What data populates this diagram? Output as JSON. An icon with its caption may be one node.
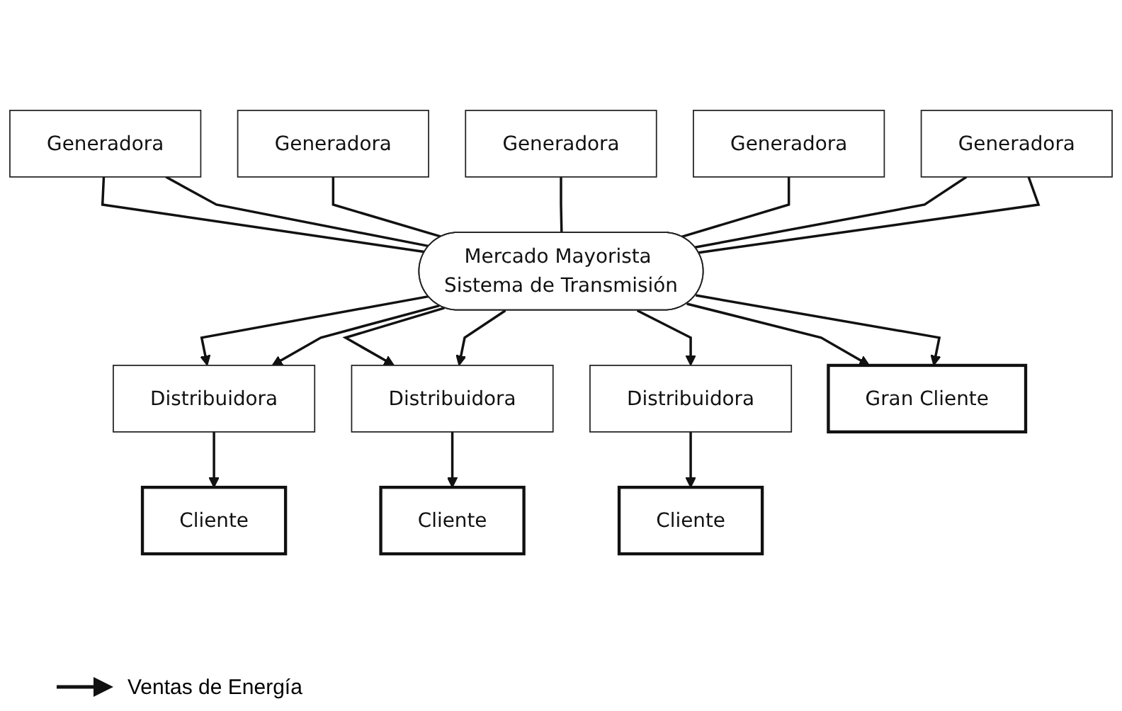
{
  "diagram": {
    "nodes": [
      {
        "text": [
          "Generadora"
        ]
      },
      {
        "text": [
          "Generadora"
        ]
      },
      {
        "text": [
          "Generadora"
        ]
      },
      {
        "text": [
          "Generadora"
        ]
      },
      {
        "text": [
          "Generadora"
        ]
      },
      {
        "text": [
          "Mercado Mayorista Sistema de Transmisión"
        ]
      },
      {
        "text": [
          "Distribuidora"
        ]
      },
      {
        "text": [
          "Distribuidora"
        ]
      },
      {
        "text": [
          "Distribuidora"
        ]
      },
      {
        "text": [
          "Gran Cliente"
        ]
      },
      {
        "text": [
          "Cliente"
        ]
      },
      {
        "text": [
          "Cliente"
        ]
      },
      {
        "text": [
          "Cliente"
        ]
      }
    ],
    "edges": [
      {
        "from": 0,
        "to": 5,
        "arrow": "none"
      },
      {
        "from": 0,
        "to": 5,
        "arrow": "none"
      },
      {
        "from": 1,
        "to": 5,
        "arrow": "none"
      },
      {
        "from": 2,
        "to": 5,
        "arrow": "none"
      },
      {
        "from": 3,
        "to": 5,
        "arrow": "none"
      },
      {
        "from": 4,
        "to": 5,
        "arrow": "none"
      },
      {
        "from": 4,
        "to": 5,
        "arrow": "none"
      },
      {
        "from": 5,
        "to": 6,
        "arrow": "to"
      },
      {
        "from": 5,
        "to": 6,
        "arrow": "to"
      },
      {
        "from": 5,
        "to": 7,
        "arrow": "to"
      },
      {
        "from": 5,
        "to": 7,
        "arrow": "to"
      },
      {
        "from": 5,
        "to": 8,
        "arrow": "to"
      },
      {
        "from": 5,
        "to": 9,
        "arrow": "to"
      },
      {
        "from": 5,
        "to": 9,
        "arrow": "to"
      },
      {
        "from": 6,
        "to": 10,
        "arrow": "to"
      },
      {
        "from": 7,
        "to": 11,
        "arrow": "to"
      },
      {
        "from": 8,
        "to": 12,
        "arrow": "to"
      }
    ],
    "legend": [
      {
        "text": "Ventas de Energía"
      }
    ]
  }
}
